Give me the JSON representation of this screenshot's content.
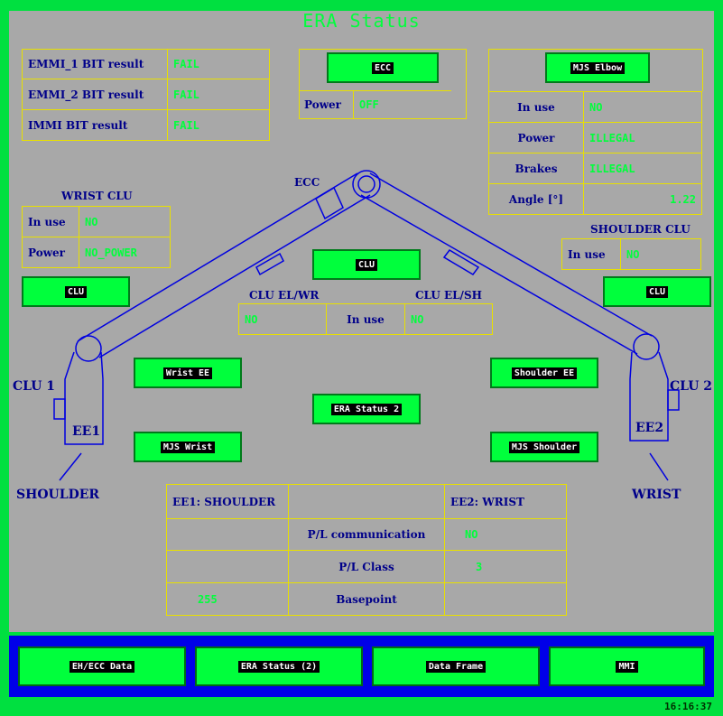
{
  "title": "ERA Status",
  "bit": {
    "rows": [
      {
        "label": "EMMI_1 BIT result",
        "value": "FAIL"
      },
      {
        "label": "EMMI_2 BIT result",
        "value": "FAIL"
      },
      {
        "label": "IMMI BIT result",
        "value": "FAIL"
      }
    ]
  },
  "ecc": {
    "button": "ECC",
    "power_label": "Power",
    "power_value": "OFF",
    "arm_label": "ECC"
  },
  "mjs_elbow": {
    "button": "MJS Elbow",
    "rows": [
      {
        "label": "In use",
        "value": "NO"
      },
      {
        "label": "Power",
        "value": "ILLEGAL"
      },
      {
        "label": "Brakes",
        "value": "ILLEGAL"
      },
      {
        "label": "Angle [°]",
        "value": "1.22"
      }
    ]
  },
  "wrist_clu": {
    "title": "WRIST CLU",
    "inuse_label": "In use",
    "inuse_value": "NO",
    "power_label": "Power",
    "power_value": "NO_POWER",
    "button": "CLU"
  },
  "shoulder_clu": {
    "title": "SHOULDER CLU",
    "inuse_label": "In use",
    "inuse_value": "NO",
    "button": "CLU"
  },
  "center_clu": {
    "button": "CLU",
    "el_wr": "CLU EL/WR",
    "el_sh": "CLU EL/SH",
    "wr_value": "NO",
    "inuse_label": "In use",
    "sh_value": "NO"
  },
  "buttons": {
    "wrist_ee": "Wrist EE",
    "shoulder_ee": "Shoulder EE",
    "era_status_2": "ERA Status 2",
    "mjs_wrist": "MJS Wrist",
    "mjs_shoulder": "MJS Shoulder"
  },
  "arm": {
    "clu1": "CLU 1",
    "clu2": "CLU 2",
    "ee1": "EE1",
    "ee2": "EE2",
    "shoulder": "SHOULDER",
    "wrist": "WRIST"
  },
  "payload": {
    "ee1_header": "EE1: SHOULDER",
    "ee2_header": "EE2: WRIST",
    "rows": [
      {
        "ee1": "",
        "label": "P/L communication",
        "ee2": "NO"
      },
      {
        "ee1": "",
        "label": "P/L Class",
        "ee2": "3"
      },
      {
        "ee1": "255",
        "label": "Basepoint",
        "ee2": ""
      }
    ]
  },
  "bottom": {
    "items": [
      "EH/ECC Data",
      "ERA Status (2)",
      "Data Frame",
      "MMI"
    ]
  },
  "clock": "16:16:37",
  "colors": {
    "frame": "#00e040",
    "screen": "#a8a8a8",
    "value_green": "#00ff3c",
    "label_blue": "#00008a",
    "grid_yellow": "#e8e000",
    "bottom_bar": "#0000e8"
  }
}
